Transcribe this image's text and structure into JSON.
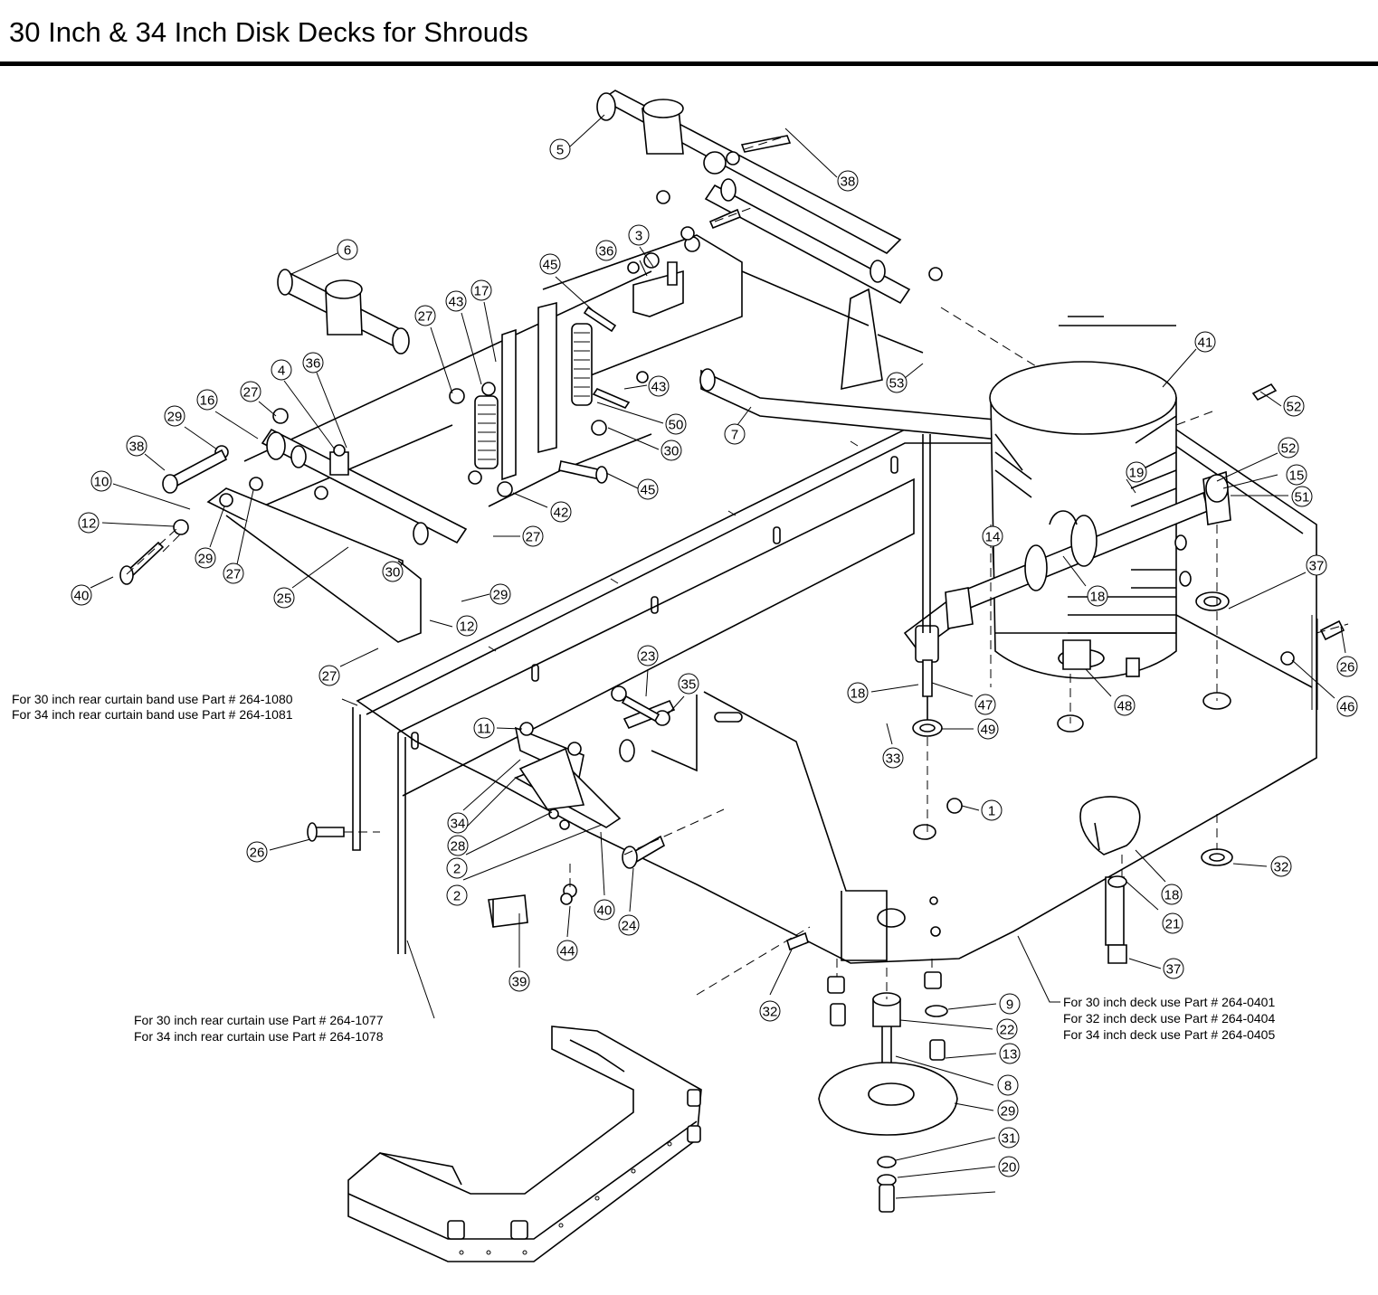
{
  "title": "30 Inch & 34 Inch Disk Decks for Shrouds",
  "callouts": [
    "5",
    "38",
    "6",
    "3",
    "36",
    "45",
    "43",
    "17",
    "27",
    "36",
    "4",
    "27",
    "16",
    "29",
    "38",
    "10",
    "12",
    "40",
    "29",
    "27",
    "25",
    "27",
    "29",
    "12",
    "27",
    "30",
    "30",
    "42",
    "45",
    "43",
    "50",
    "53",
    "7",
    "41",
    "52",
    "52",
    "19",
    "15",
    "51",
    "14",
    "18",
    "37",
    "26",
    "46",
    "48",
    "47",
    "18",
    "49",
    "33",
    "23",
    "35",
    "11",
    "34",
    "28",
    "2",
    "2",
    "40",
    "24",
    "44",
    "39",
    "26",
    "1",
    "18",
    "32",
    "21",
    "37",
    "32",
    "9",
    "22",
    "13",
    "8",
    "29",
    "31",
    "20"
  ],
  "notes": {
    "rear_band_30": "For 30 inch rear curtain band use Part # 264-1080",
    "rear_band_34": "For 34 inch rear curtain band use Part # 264-1081",
    "rear_curtain_30": "For 30 inch rear curtain use Part # 264-1077",
    "rear_curtain_34": "For 34 inch rear curtain use Part # 264-1078",
    "deck_30": "For 30 inch deck use Part # 264-0401",
    "deck_32": "For 32 inch deck use Part # 264-0404",
    "deck_34": "For 34 inch deck use Part # 264-0405"
  }
}
